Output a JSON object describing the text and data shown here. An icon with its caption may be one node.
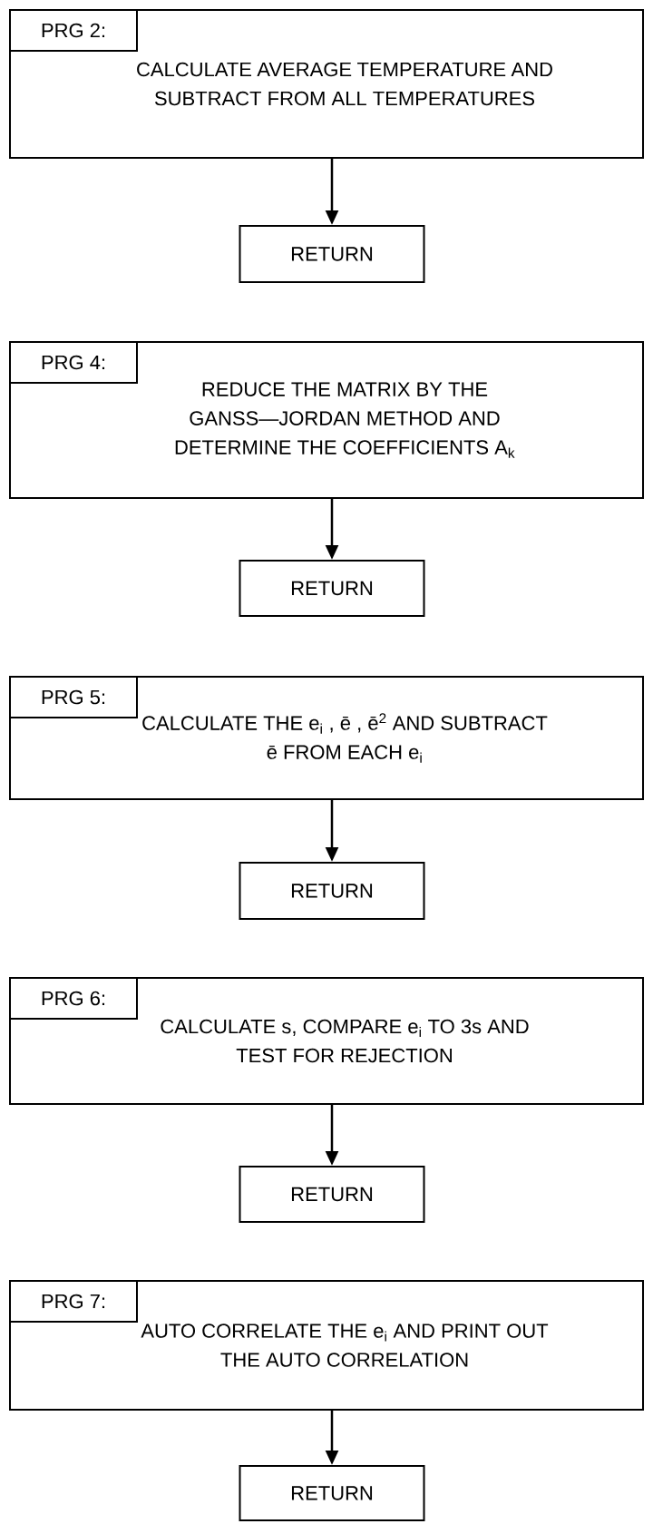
{
  "diagram": {
    "nodes": [
      {
        "text": [
          "CALCULATE AVERAGE TEMPERATURE AND SUBTRACT FROM ALL TEMPERATURES"
        ]
      },
      {
        "text": [
          "PRG 2:"
        ],
        "in": 0
      },
      {
        "text": [
          "RETURN"
        ]
      },
      {
        "text": [
          "REDUCE THE MATRIX BY THE GANSS—JORDAN METHOD AND DETERMINE THE COEFFICIENTS A$_{k}$"
        ]
      },
      {
        "text": [
          "PRG 4:"
        ],
        "in": 3
      },
      {
        "text": [
          "RETURN"
        ]
      },
      {
        "text": [
          "CALCULATE THE e$_{i}$ , ē , ē$^{2}$ AND SUBTRACT ē FROM EACH e$_{i}$"
        ]
      },
      {
        "text": [
          "PRG 5:"
        ],
        "in": 6
      },
      {
        "text": [
          "RETURN"
        ]
      },
      {
        "text": [
          "CALCULATE s, COMPARE e$_{i}$ TO 3s AND TEST FOR REJECTION"
        ]
      },
      {
        "text": [
          "PRG 6:"
        ],
        "in": 9
      },
      {
        "text": [
          "RETURN"
        ]
      },
      {
        "text": [
          "AUTO CORRELATE THE e$_{i}$ AND PRINT OUT THE AUTO CORRELATION"
        ]
      },
      {
        "text": [
          "PRG 7:"
        ],
        "in": 12
      },
      {
        "text": [
          "RETURN"
        ]
      }
    ],
    "edges": [
      {
        "from": 0,
        "to": 2,
        "arrow": "to"
      },
      {
        "from": 3,
        "to": 5,
        "arrow": "to"
      },
      {
        "from": 6,
        "to": 8,
        "arrow": "to"
      },
      {
        "from": 9,
        "to": 11,
        "arrow": "to"
      },
      {
        "from": 12,
        "to": 14,
        "arrow": "to"
      }
    ]
  }
}
